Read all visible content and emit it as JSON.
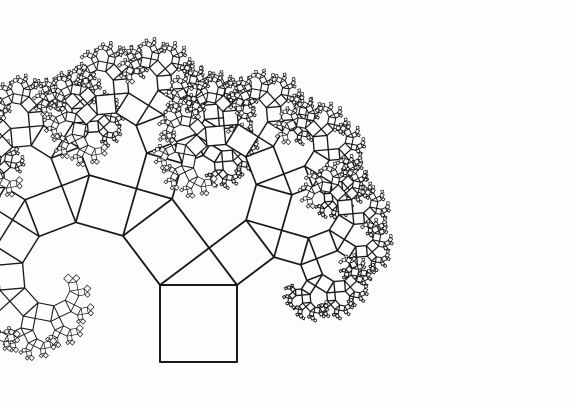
{
  "figure": {
    "subject": "pythagoras-tree-fractal",
    "colors": {
      "background": "#fdfdfc",
      "stroke": "#1a1a1a"
    },
    "left_angle_deg": 37,
    "depth": 11
  }
}
